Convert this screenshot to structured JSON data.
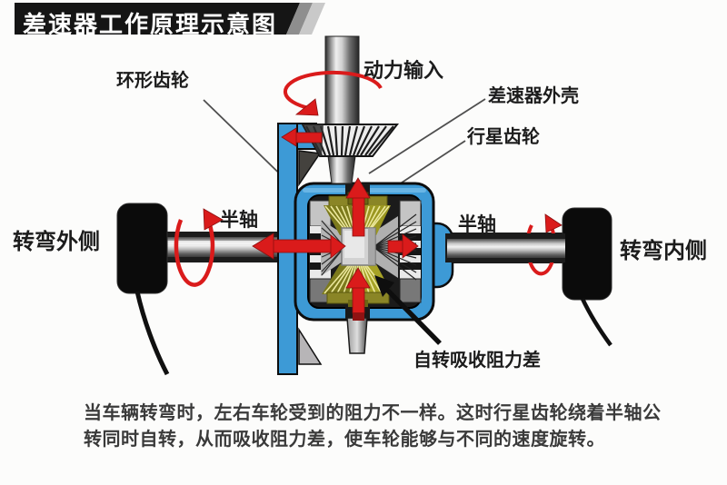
{
  "title": "差速器工作原理示意图",
  "labels": {
    "power_input": "动力输入",
    "ring_gear": "环形齿轮",
    "housing": "差速器外壳",
    "planet_gear": "行星齿轮",
    "half_shaft_left": "半轴",
    "half_shaft_right": "半轴",
    "turn_outer": "转弯外侧",
    "turn_inner": "转弯内侧",
    "self_rotate": "自转吸收阻力差"
  },
  "caption_line1": "当车辆转弯时，左右车轮受到的阻力不一样。这时行星齿轮绕着半轴公",
  "caption_line2": "转同时自转，从而吸收阻力差，使车轮能够与不同的速度旋转。",
  "colors": {
    "red": "#da1b1b",
    "blue": "#3d9ad6",
    "gear-olive": "#7c7a1c",
    "gear-yellow": "#b5b12a",
    "banner-black": "#151515",
    "stripe-gray": "#8e8e8e",
    "stripe-light": "#c9c9c9"
  }
}
